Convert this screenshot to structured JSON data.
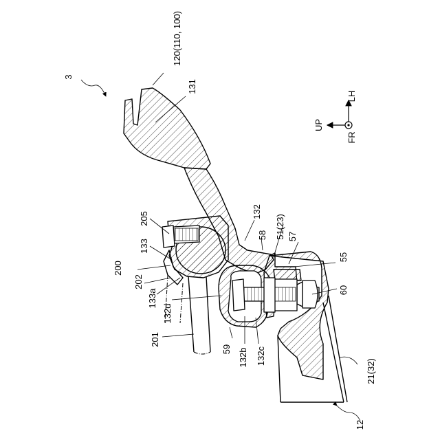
{
  "figure_ref": "3",
  "orientation": {
    "up": "UP",
    "lh": "LH",
    "fr": "FR"
  },
  "labels": {
    "l_120": "120(110, 100)",
    "l_131": "131",
    "l_132": "132",
    "l_205": "205",
    "l_133": "133",
    "l_200": "200",
    "l_202": "202",
    "l_133a": "133a",
    "l_132d": "132d",
    "l_201": "201",
    "l_58": "58",
    "l_51": "51(23)",
    "l_57": "57",
    "l_55": "55",
    "l_60": "60",
    "l_59": "59",
    "l_132b": "132b",
    "l_132c": "132c",
    "l_21": "21(32)",
    "l_12": "12"
  }
}
